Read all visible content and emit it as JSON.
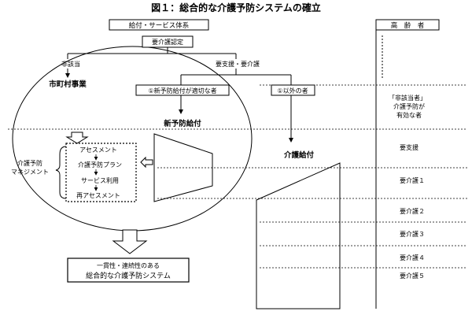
{
  "title": "図１：総合的な介護予防システムの確立",
  "header": {
    "left": "給付・サービス体系",
    "right": "高　齢　者"
  },
  "flow": {
    "certification": "要介護認定",
    "not_applicable": "非該当",
    "support_care": "要支援・要介護",
    "municipal": "市町村事業",
    "branch1": "①新予防給付が適切な者",
    "branch2": "①以外の者",
    "new_prevention": "新予防給付",
    "care_benefit": "介護給付"
  },
  "management": {
    "label_line1": "介護予防",
    "label_line2": "マネジメント",
    "steps": [
      "アセスメント",
      "介護予防プラン",
      "サービス利用",
      "再アセスメント"
    ]
  },
  "result": {
    "line1": "一貫性・連続性のある",
    "line2": "総合的な介護予防システム"
  },
  "levels": {
    "non_applicable_line1": "「非該当者」",
    "non_applicable_line2": "介護予防が",
    "non_applicable_line3": "有効な者",
    "rows": [
      "要支援",
      "要介護１",
      "要介護２",
      "要介護３",
      "要介護４",
      "要介護５"
    ]
  }
}
